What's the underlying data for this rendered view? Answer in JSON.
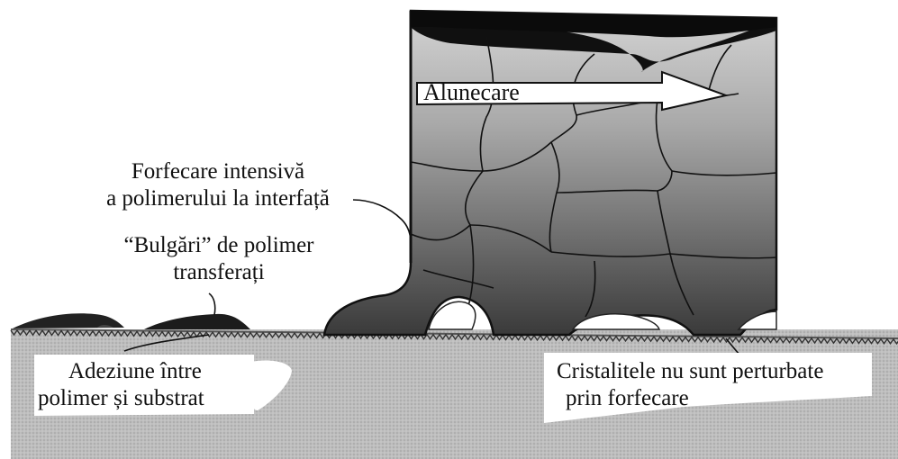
{
  "labels": {
    "alunecare": "Alunecare",
    "forfecare_line1": "Forfecare intensivă",
    "forfecare_line2": "a polimerului la interfață",
    "bulgari_line1": "“Bulgări” de polimer",
    "bulgari_line2": "transferați",
    "adeziune_line1": "Adeziune între",
    "adeziune_line2": "polimer și substrat",
    "cristalitele_line1": "Cristalitele nu sunt perturbate",
    "cristalitele_line2": "prin forfecare"
  }
}
